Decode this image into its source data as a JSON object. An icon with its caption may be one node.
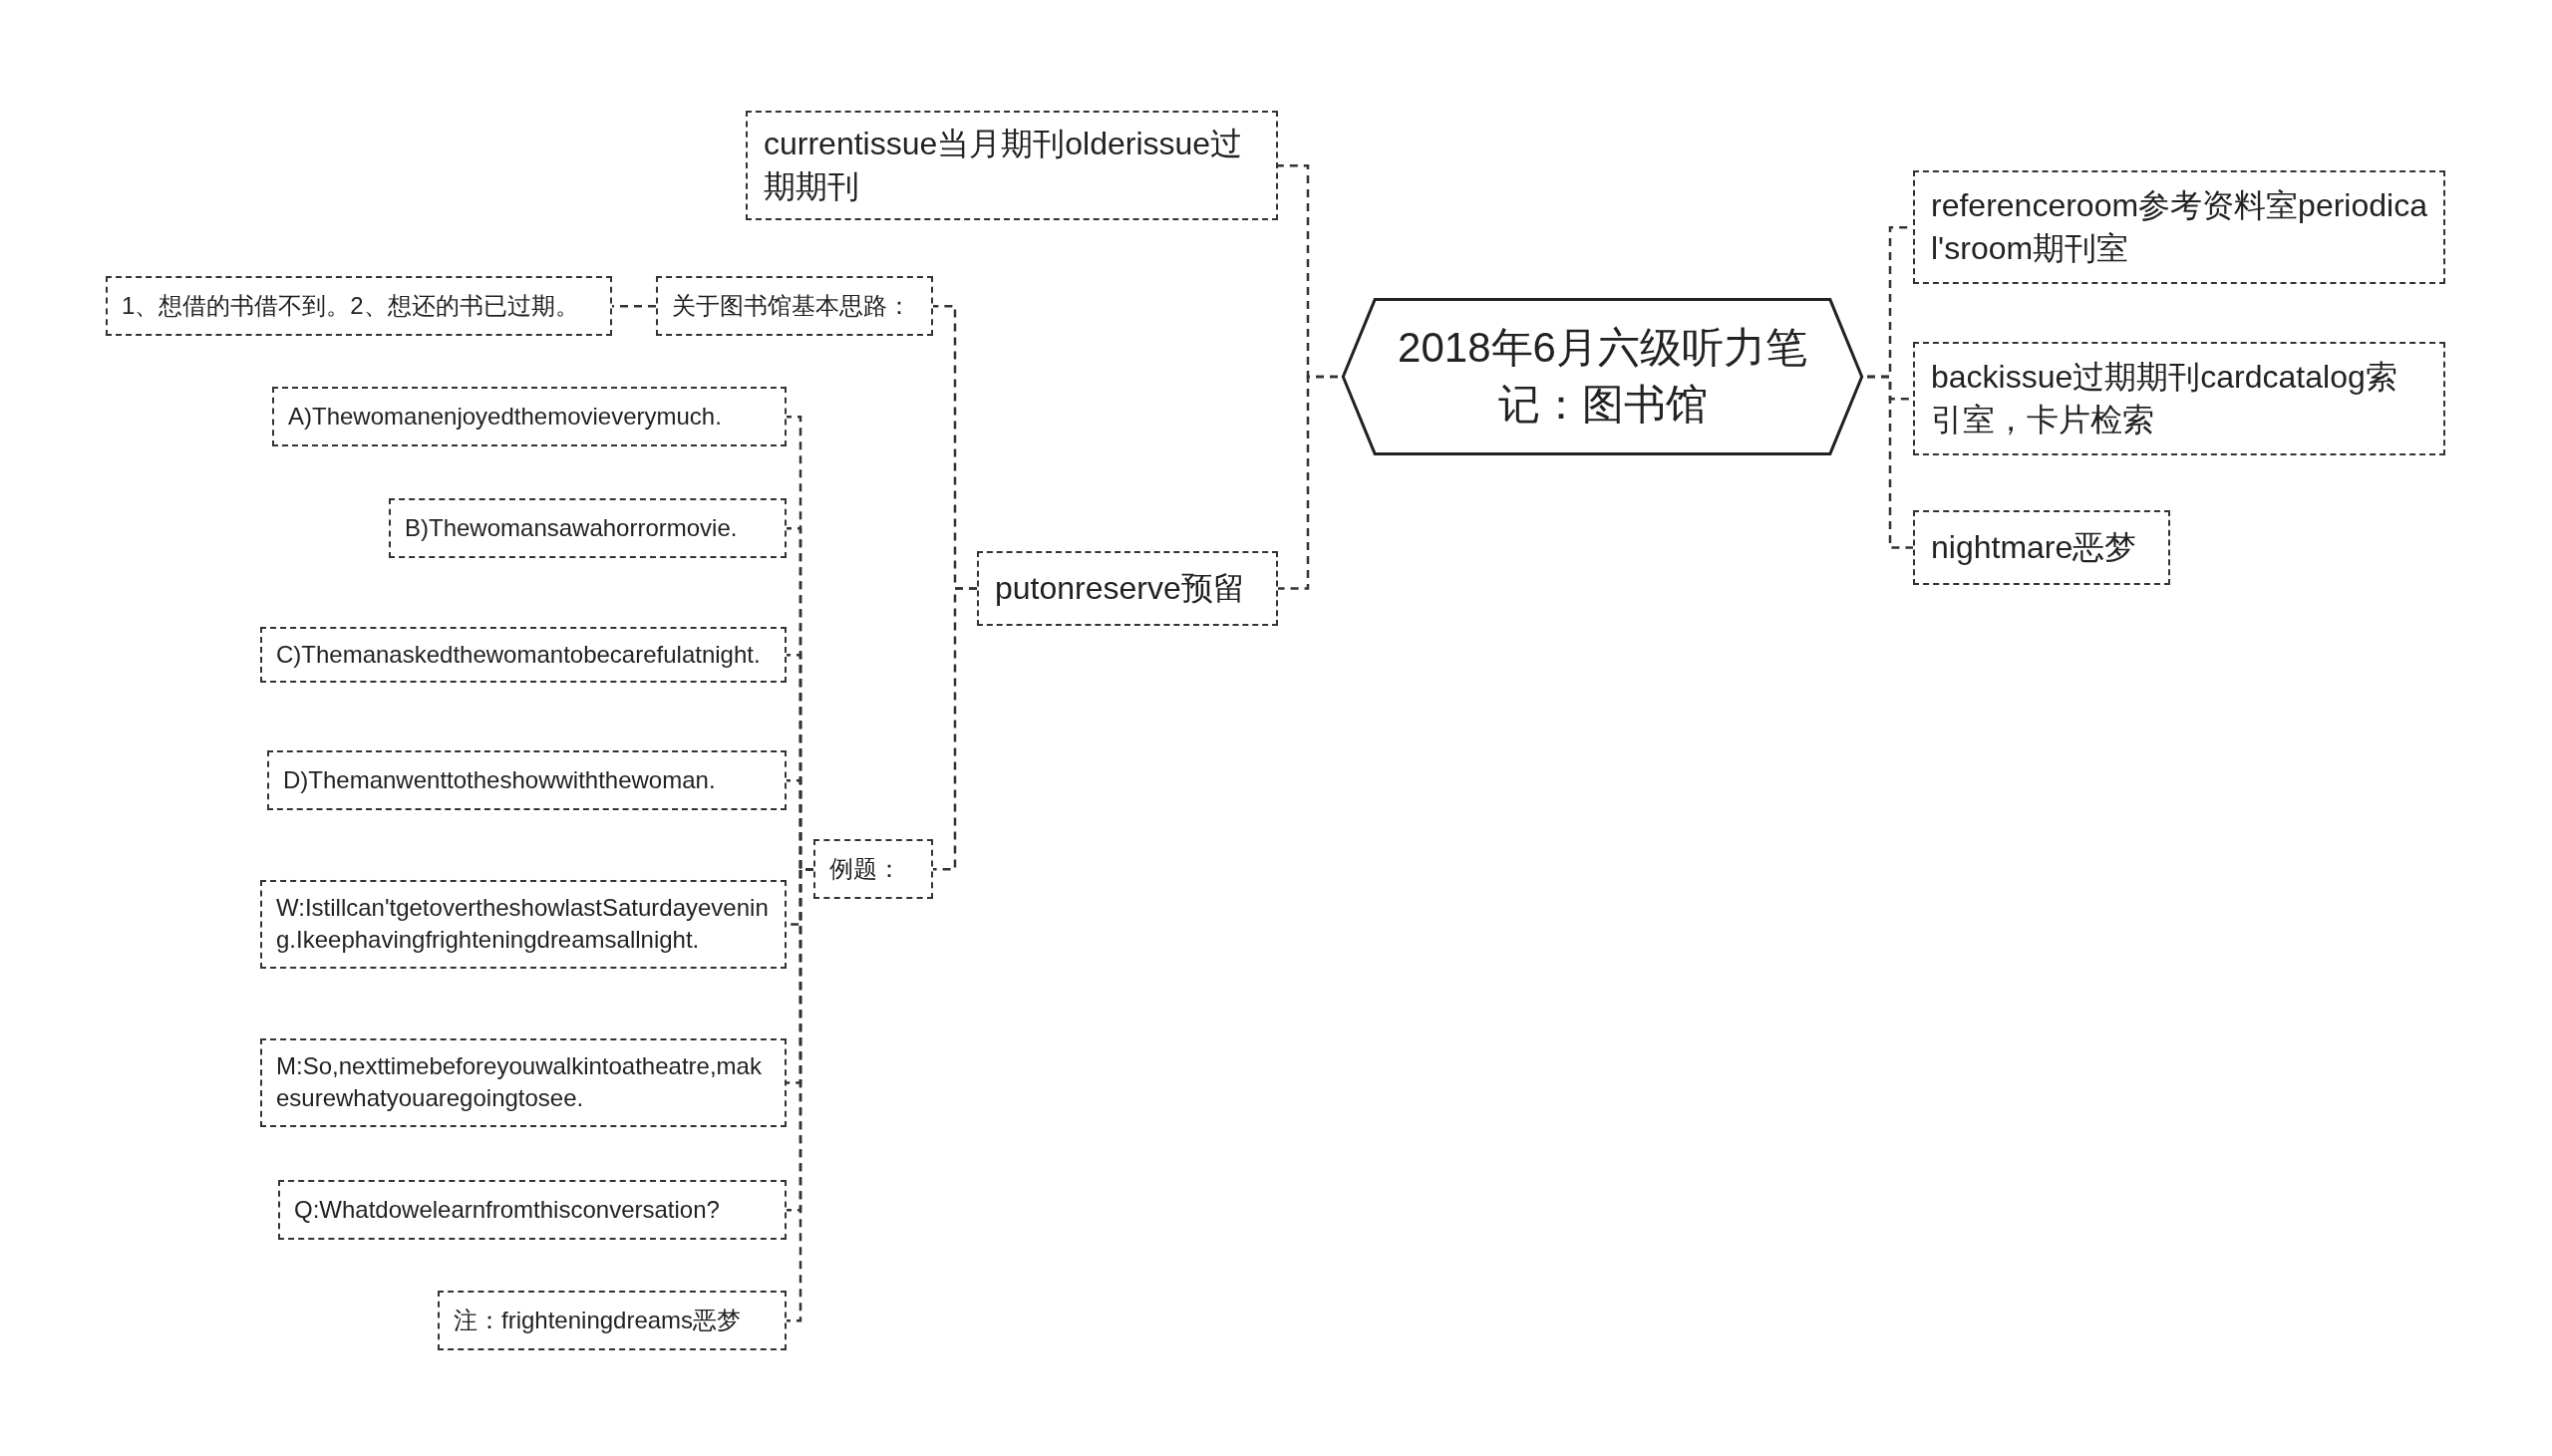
{
  "diagram": {
    "nodes": [
      {
        "text": [
          "2018年6月六级听力笔记：图书馆"
        ]
      },
      {
        "text": [
          "currentissue当月期刊olderissue过期期刊"
        ]
      },
      {
        "text": [
          "putonreserve预留"
        ]
      },
      {
        "text": [
          "关于图书馆基本思路："
        ]
      },
      {
        "text": [
          "1、想借的书借不到。2、想还的书已过期。"
        ]
      },
      {
        "text": [
          "例题："
        ]
      },
      {
        "text": [
          "A)Thewomanenjoyedthemovieverymuch."
        ]
      },
      {
        "text": [
          "B)Thewomansawahorrormovie."
        ]
      },
      {
        "text": [
          "C)Themanaskedthewomantobecarefulatnight."
        ]
      },
      {
        "text": [
          "D)Themanwenttotheshowwiththewoman."
        ]
      },
      {
        "text": [
          "W:Istillcan'tgetovertheshowlastSaturdayevening.Ikeephavingfrighteningdreamsallnight."
        ]
      },
      {
        "text": [
          "M:So,nexttimebeforeyouwalkintoatheatre,makesurewhatyouaregoingtosee."
        ]
      },
      {
        "text": [
          "Q:Whatdowelearnfromthisconversation?"
        ]
      },
      {
        "text": [
          "注：frighteningdreams恶梦"
        ]
      },
      {
        "text": [
          "referenceroom参考资料室periodical'sroom期刊室"
        ]
      },
      {
        "text": [
          "backissue过期期刊cardcatalog索引室，卡片检索"
        ]
      },
      {
        "text": [
          "nightmare恶梦"
        ]
      }
    ],
    "edges": [
      {
        "from": 0,
        "to": 1,
        "arrow": "none",
        "style": "dashed"
      },
      {
        "from": 0,
        "to": 2,
        "arrow": "none",
        "style": "dashed"
      },
      {
        "from": 2,
        "to": 3,
        "arrow": "none",
        "style": "dashed"
      },
      {
        "from": 3,
        "to": 4,
        "arrow": "none",
        "style": "dashed"
      },
      {
        "from": 2,
        "to": 5,
        "arrow": "none",
        "style": "dashed"
      },
      {
        "from": 5,
        "to": 6,
        "arrow": "none",
        "style": "dashed"
      },
      {
        "from": 5,
        "to": 7,
        "arrow": "none",
        "style": "dashed"
      },
      {
        "from": 5,
        "to": 8,
        "arrow": "none",
        "style": "dashed"
      },
      {
        "from": 5,
        "to": 9,
        "arrow": "none",
        "style": "dashed"
      },
      {
        "from": 5,
        "to": 10,
        "arrow": "none",
        "style": "dashed"
      },
      {
        "from": 5,
        "to": 11,
        "arrow": "none",
        "style": "dashed"
      },
      {
        "from": 5,
        "to": 12,
        "arrow": "none",
        "style": "dashed"
      },
      {
        "from": 5,
        "to": 13,
        "arrow": "none",
        "style": "dashed"
      },
      {
        "from": 0,
        "to": 14,
        "arrow": "none",
        "style": "dashed"
      },
      {
        "from": 0,
        "to": 15,
        "arrow": "none",
        "style": "dashed"
      },
      {
        "from": 0,
        "to": 16,
        "arrow": "none",
        "style": "dashed"
      }
    ]
  }
}
